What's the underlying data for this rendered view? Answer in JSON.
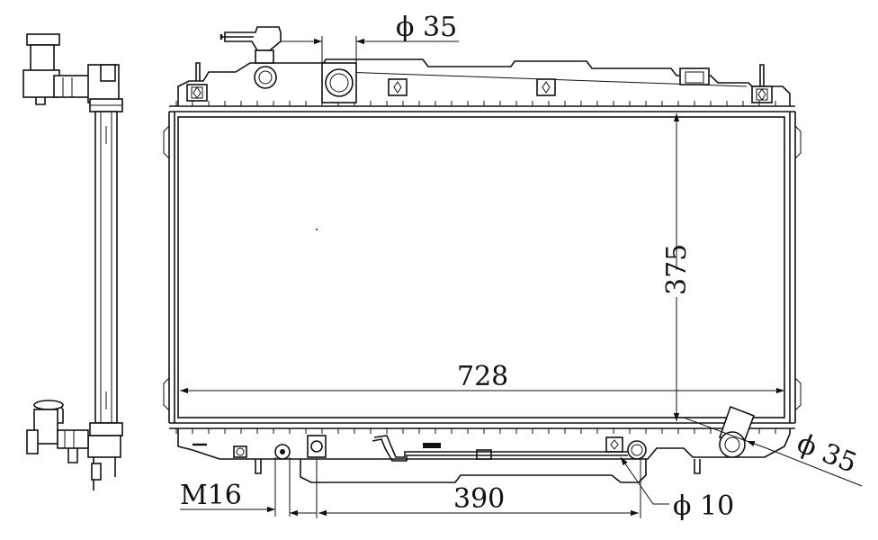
{
  "drawing": {
    "dimensions": {
      "top_inlet_diameter": "ϕ 35",
      "core_height": "375",
      "core_width": "728",
      "outlet_diameter": "ϕ 35",
      "drain_thread": "M16",
      "drain_spacing": "390",
      "small_pipe_diameter": "ϕ 10"
    }
  }
}
